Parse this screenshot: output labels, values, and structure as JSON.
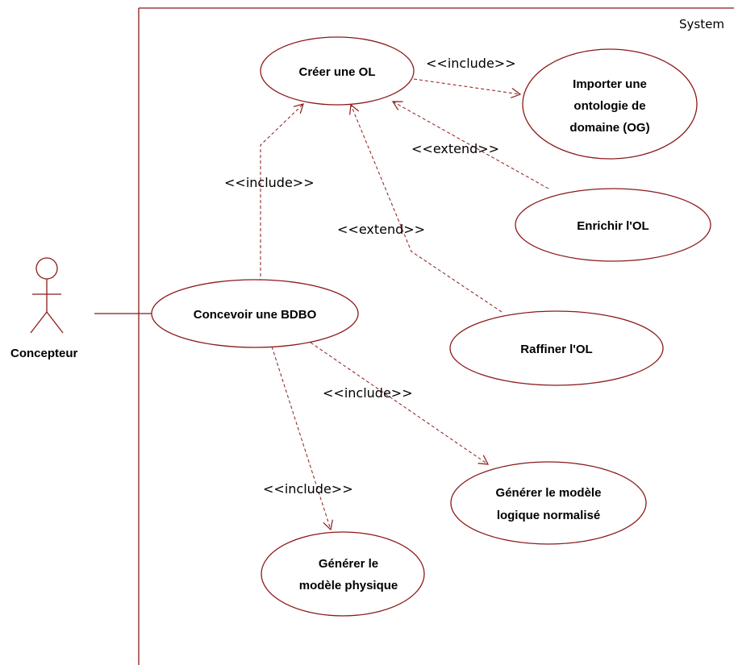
{
  "diagram": {
    "type": "uml-use-case",
    "line_color": "#8b1a1a",
    "system": {
      "label": "System"
    },
    "actor": {
      "name": "Concepteur"
    },
    "use_cases": {
      "creer_ol": [
        "Créer une OL"
      ],
      "importer_og": [
        "Importer une",
        "ontologie de",
        "domaine (OG)"
      ],
      "enrichir_ol": [
        "Enrichir l'OL"
      ],
      "raffiner_ol": [
        "Raffiner l'OL"
      ],
      "concevoir_bdbo": [
        "Concevoir une BDBO"
      ],
      "generer_logique": [
        "Générer le modèle",
        "logique normalisé"
      ],
      "generer_physique": [
        "Générer le",
        "modèle physique"
      ]
    },
    "relations": {
      "concevoir_includes_creer": "<<include>>",
      "creer_includes_importer": "<<include>>",
      "enrichir_extends_creer": "<<extend>>",
      "raffiner_extends_creer": "<<extend>>",
      "concevoir_includes_logique": "<<include>>",
      "concevoir_includes_physique": "<<include>>"
    }
  }
}
